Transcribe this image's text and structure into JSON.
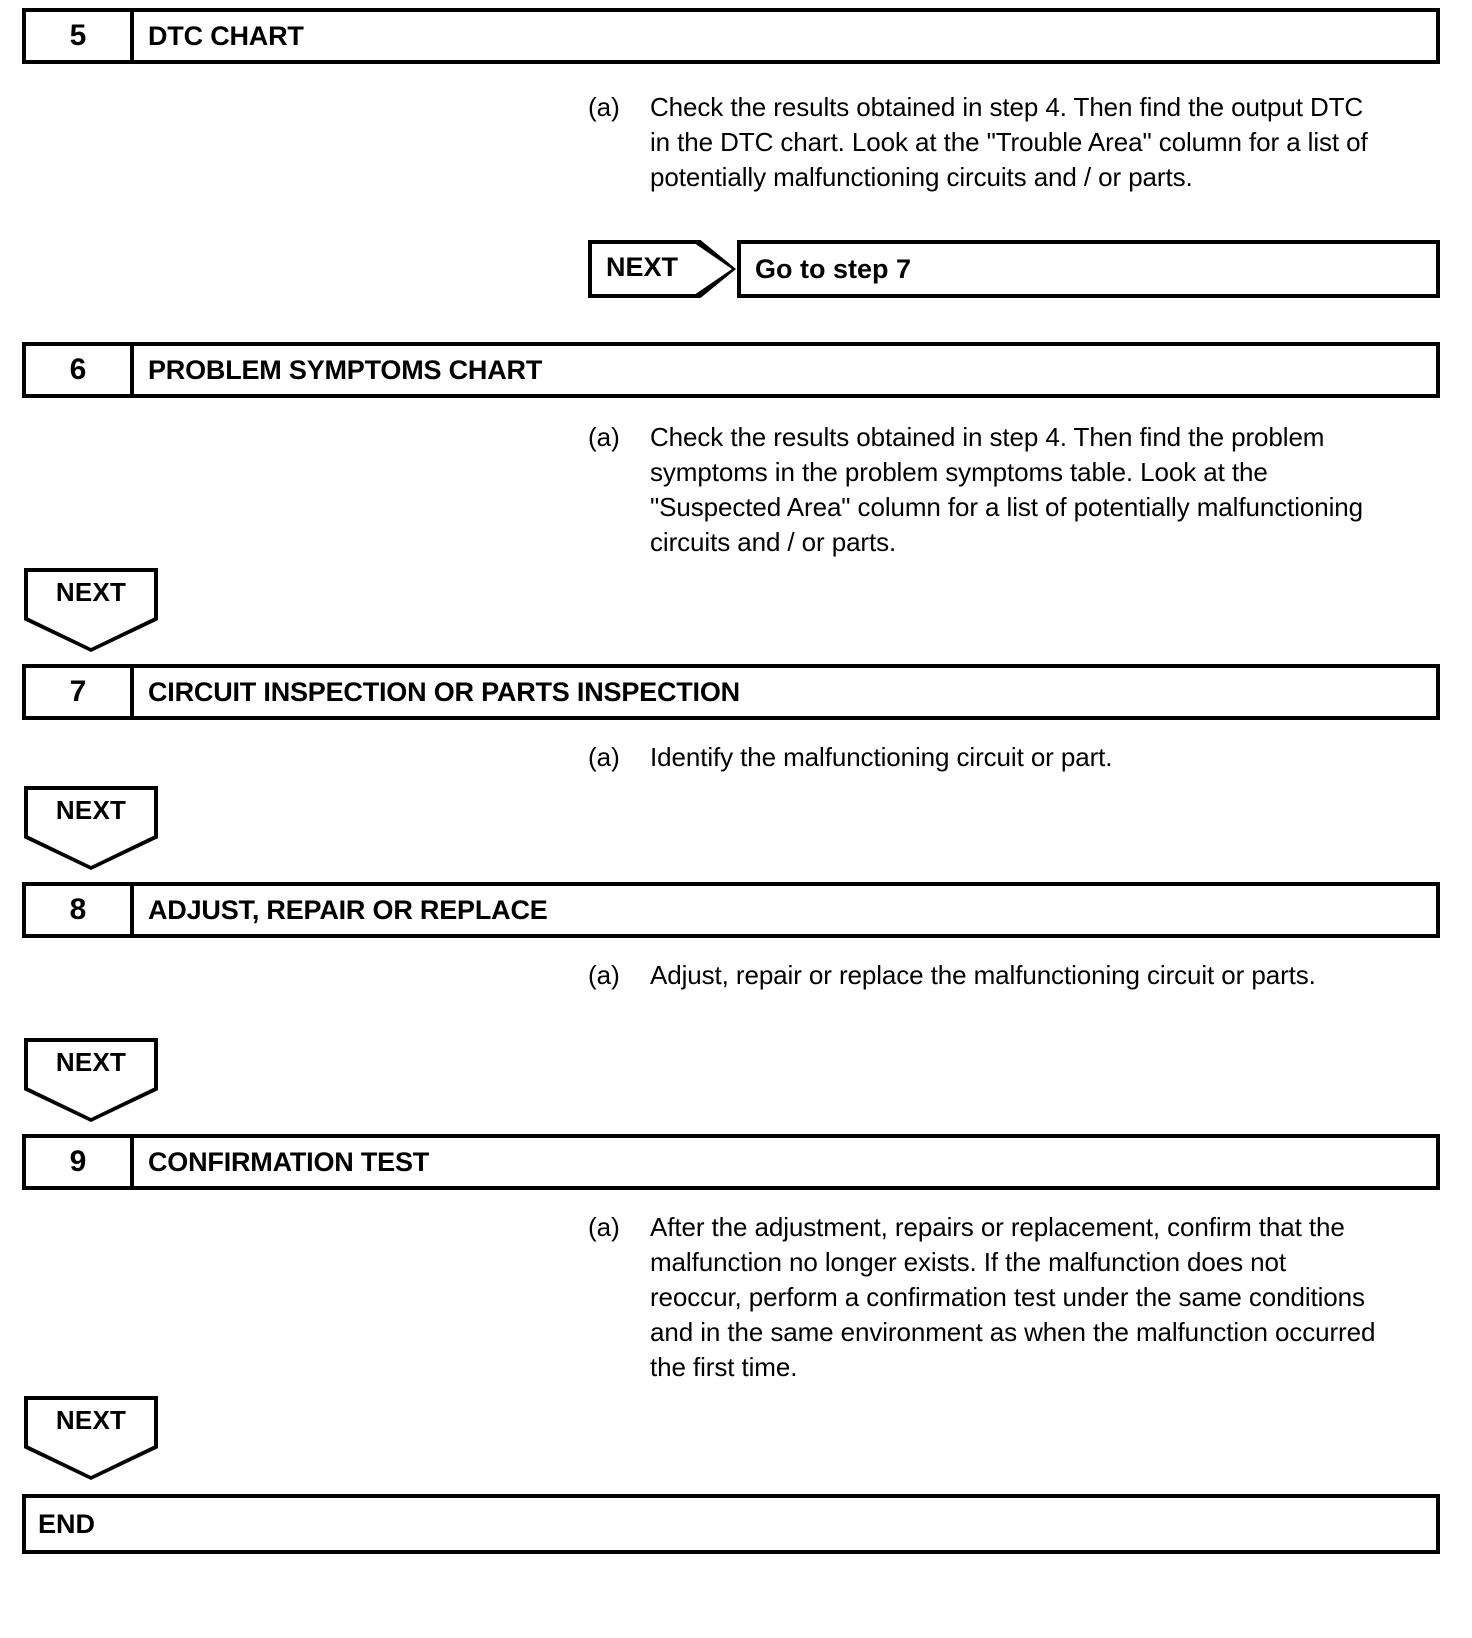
{
  "document": {
    "type": "diagnostic-procedure-flowchart",
    "end_label": "END",
    "next_label": "NEXT"
  },
  "steps": [
    {
      "number": "5",
      "title": "DTC CHART",
      "marker": "(a)",
      "text": "Check the results obtained in step 4. Then find the output DTC in the DTC chart. Look at the \"Trouble Area\" column for a list of potentially malfunctioning circuits and / or parts.",
      "next_label": "NEXT",
      "next_kind": "right-arrow",
      "goto_label": "Go to step 7"
    },
    {
      "number": "6",
      "title": "PROBLEM SYMPTOMS CHART",
      "marker": "(a)",
      "text": "Check the results obtained in step 4. Then find the problem symptoms in the problem symptoms table. Look at the \"Suspected Area\" column for a list of potentially malfunctioning circuits and / or parts.",
      "next_label": "NEXT",
      "next_kind": "down-pentagon"
    },
    {
      "number": "7",
      "title": "CIRCUIT INSPECTION OR PARTS INSPECTION",
      "marker": "(a)",
      "text": "Identify the malfunctioning circuit or part.",
      "next_label": "NEXT",
      "next_kind": "down-pentagon"
    },
    {
      "number": "8",
      "title": "ADJUST, REPAIR OR REPLACE",
      "marker": "(a)",
      "text": "Adjust, repair or replace the malfunctioning circuit or parts.",
      "next_label": "NEXT",
      "next_kind": "down-pentagon"
    },
    {
      "number": "9",
      "title": "CONFIRMATION TEST",
      "marker": "(a)",
      "text": "After the adjustment, repairs or replacement, confirm that the malfunction no longer exists. If the malfunction does not reoccur, perform a confirmation test under the same conditions and in the same environment as when the malfunction occurred the first time.",
      "next_label": "NEXT",
      "next_kind": "down-pentagon"
    }
  ]
}
